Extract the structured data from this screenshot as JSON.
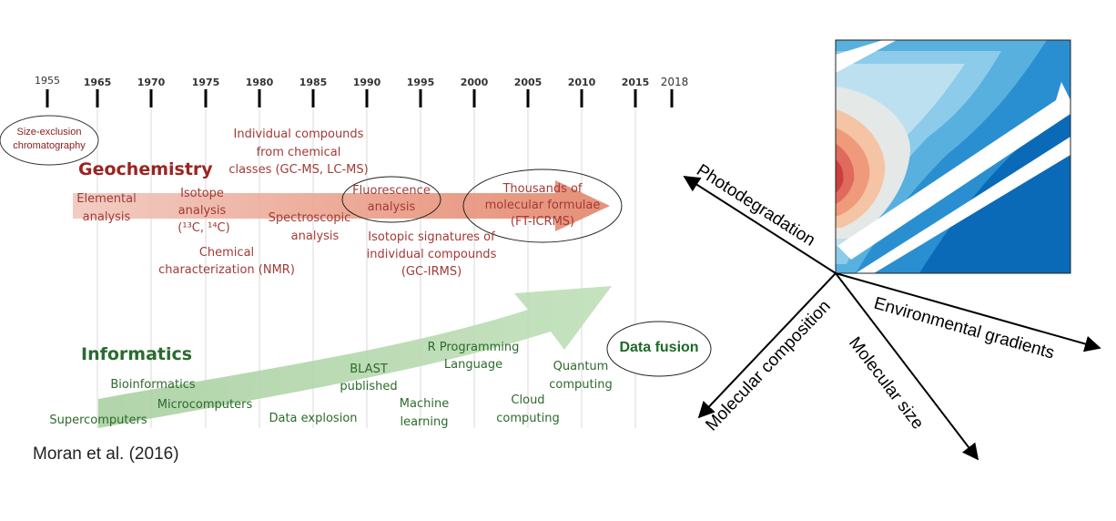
{
  "timeline": {
    "years": [
      "1955",
      "1965",
      "1970",
      "1975",
      "1980",
      "1985",
      "1990",
      "1995",
      "2000",
      "2005",
      "2010",
      "2015",
      "2018"
    ],
    "start_event": [
      "Size-exclusion",
      "chromatography"
    ]
  },
  "geochemistry": {
    "heading": "Geochemistry",
    "labels": {
      "elemental": [
        "Elemental",
        "analysis"
      ],
      "isotope": [
        "Isotope",
        "analysis"
      ],
      "isotope_sub": "(¹³C, ¹⁴C)",
      "individual": [
        "Individual compounds",
        "from chemical",
        "classes (GC-MS, LC-MS)"
      ],
      "fluorescence": [
        "Fluorescence",
        "analysis"
      ],
      "thousands": [
        "Thousands of",
        "molecular formulae",
        "(FT-ICRMS)"
      ],
      "chemical": [
        "Chemical",
        "characterization (NMR)"
      ],
      "spectroscopic": [
        "Spectroscopic",
        "analysis"
      ],
      "isotopic_sig": [
        "Isotopic signatures of",
        "individual compounds",
        "(GC-IRMS)"
      ]
    }
  },
  "informatics": {
    "heading": "Informatics",
    "labels": {
      "bioinformatics": "Bioinformatics",
      "microcomputers": "Microcomputers",
      "supercomputers": "Supercomputers",
      "data_explosion": "Data explosion",
      "blast": [
        "BLAST",
        "published"
      ],
      "r_programming": [
        "R Programming",
        "Language"
      ],
      "machine_learning": [
        "Machine",
        "learning"
      ],
      "cloud": [
        "Cloud",
        "computing"
      ],
      "quantum": [
        "Quantum",
        "computing"
      ]
    }
  },
  "data_fusion": "Data fusion",
  "citation": "Moran et al. (2016)",
  "axes": {
    "photodegradation": "Photodegradation",
    "molecular_composition": "Molecular composition",
    "molecular_size": "Molecular size",
    "environmental_gradients": "Environmental gradients"
  }
}
